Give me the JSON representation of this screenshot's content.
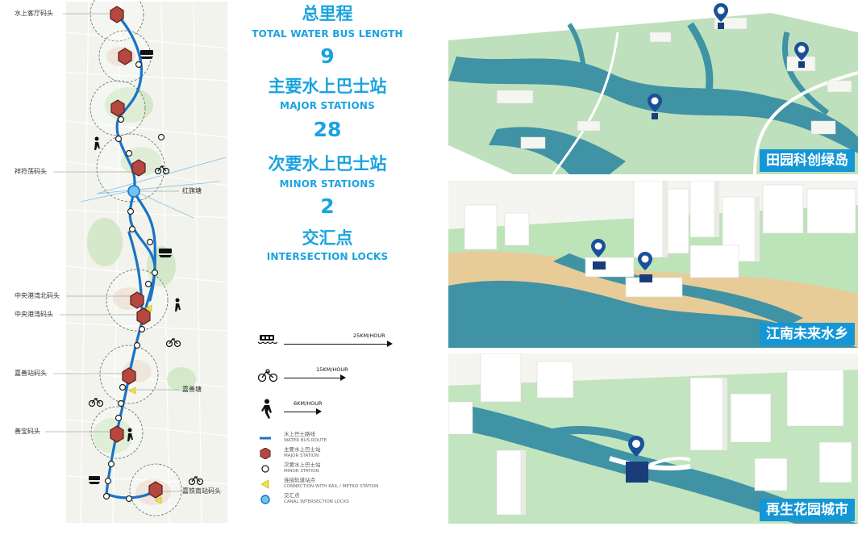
{
  "stats": {
    "total_cn": "总里程",
    "total_en": "TOTAL WATER BUS LENGTH",
    "major_count": "9",
    "major_cn": "主要水上巴士站",
    "major_en": "MAJOR STATIONS",
    "minor_count": "28",
    "minor_cn": "次要水上巴士站",
    "minor_en": "MINOR STATIONS",
    "locks_count": "2",
    "locks_cn": "交汇点",
    "locks_en": "INTERSECTION LOCKS"
  },
  "speeds": [
    {
      "mode": "water-bus",
      "icon": "boat-icon",
      "label": "25KM/HOUR"
    },
    {
      "mode": "bicycle",
      "icon": "bicycle-icon",
      "label": "15KM/HOUR"
    },
    {
      "mode": "walking",
      "icon": "pedestrian-icon",
      "label": "6KM/HOUR"
    }
  ],
  "legend": [
    {
      "icon": "route-line-icon",
      "cn": "水上巴士路线",
      "en": "WATER BUS ROUTE"
    },
    {
      "icon": "major-station-icon",
      "cn": "主要水上巴士站",
      "en": "MAJOR STATION"
    },
    {
      "icon": "minor-station-icon",
      "cn": "次要水上巴士站",
      "en": "MINOR STATION"
    },
    {
      "icon": "rail-connection-icon",
      "cn": "连接轨道站点",
      "en": "CONNECTION WITH RAIL / METRO STATION"
    },
    {
      "icon": "canal-lock-icon",
      "cn": "交汇点",
      "en": "CANAL INTERSECTION LOCKS"
    }
  ],
  "map_labels": {
    "pier_1": "水上客厅码头",
    "pier_2": "祥符荡码头",
    "lock_1": "红旗塘",
    "pier_3": "中央港湾北码头",
    "pier_4": "中央港湾码头",
    "pier_5": "嘉善站码头",
    "lock_2": "嘉善塘",
    "pier_6": "善宝码头",
    "pier_7": "嘉铁南站码头"
  },
  "scenes": [
    {
      "label": "田园科创绿岛"
    },
    {
      "label": "江南未来水乡"
    },
    {
      "label": "再生花园城市"
    }
  ],
  "colors": {
    "accent": "#1aa3e0",
    "route": "#1a73c8",
    "major_station": "#b5473f",
    "label_bg": "#1597d6",
    "water": "#3f93a5",
    "green": "#a9d8a6"
  }
}
